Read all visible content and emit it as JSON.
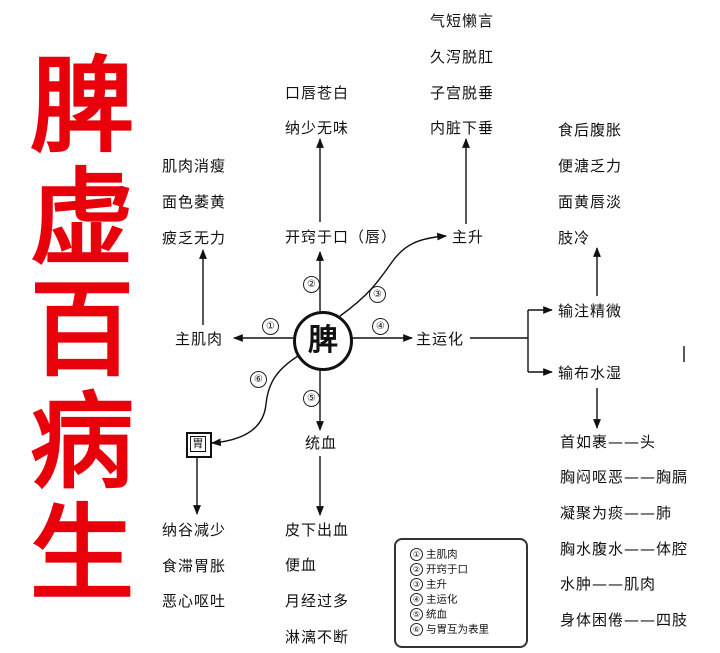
{
  "title": [
    "脾",
    "虚",
    "百",
    "病",
    "生"
  ],
  "center": "脾",
  "stomach": "胃",
  "branches": {
    "b1": {
      "num": "①",
      "label": "主肌肉",
      "effects": [
        "肌肉消瘦",
        "面色萎黄",
        "疲乏无力"
      ]
    },
    "b2": {
      "num": "②",
      "label": "开窍于口（唇）",
      "effects": [
        "口唇苍白",
        "纳少无味"
      ]
    },
    "b3": {
      "num": "③",
      "label": "主升",
      "effects": [
        "气短懒言",
        "久泻脱肛",
        "子宫脱垂",
        "内脏下垂"
      ]
    },
    "b4": {
      "num": "④",
      "label": "主运化",
      "sub1": {
        "label": "输注精微",
        "effects": [
          "食后腹胀",
          "便溏乏力",
          "面黄唇淡",
          "肢冷"
        ]
      },
      "sub2": {
        "label": "输布水湿",
        "effects": [
          "首如裹——头",
          "胸闷呕恶——胸膈",
          "凝聚为痰——肺",
          "胸水腹水——体腔",
          "水肿——肌肉",
          "身体困倦——四肢"
        ]
      }
    },
    "b5": {
      "num": "⑤",
      "label": "统血",
      "effects": [
        "皮下出血",
        "便血",
        "月经过多",
        "淋漓不断"
      ]
    },
    "b6": {
      "num": "⑥",
      "effects": [
        "纳谷减少",
        "食滞胃胀",
        "恶心呕吐"
      ]
    }
  },
  "legend": [
    {
      "num": "①",
      "text": "主肌肉"
    },
    {
      "num": "②",
      "text": "开窍于口"
    },
    {
      "num": "③",
      "text": "主升"
    },
    {
      "num": "④",
      "text": "主运化"
    },
    {
      "num": "⑤",
      "text": "统血"
    },
    {
      "num": "⑥",
      "text": "与胃互为表里"
    }
  ],
  "colors": {
    "title": "#e8000b",
    "lines": "#111111"
  }
}
